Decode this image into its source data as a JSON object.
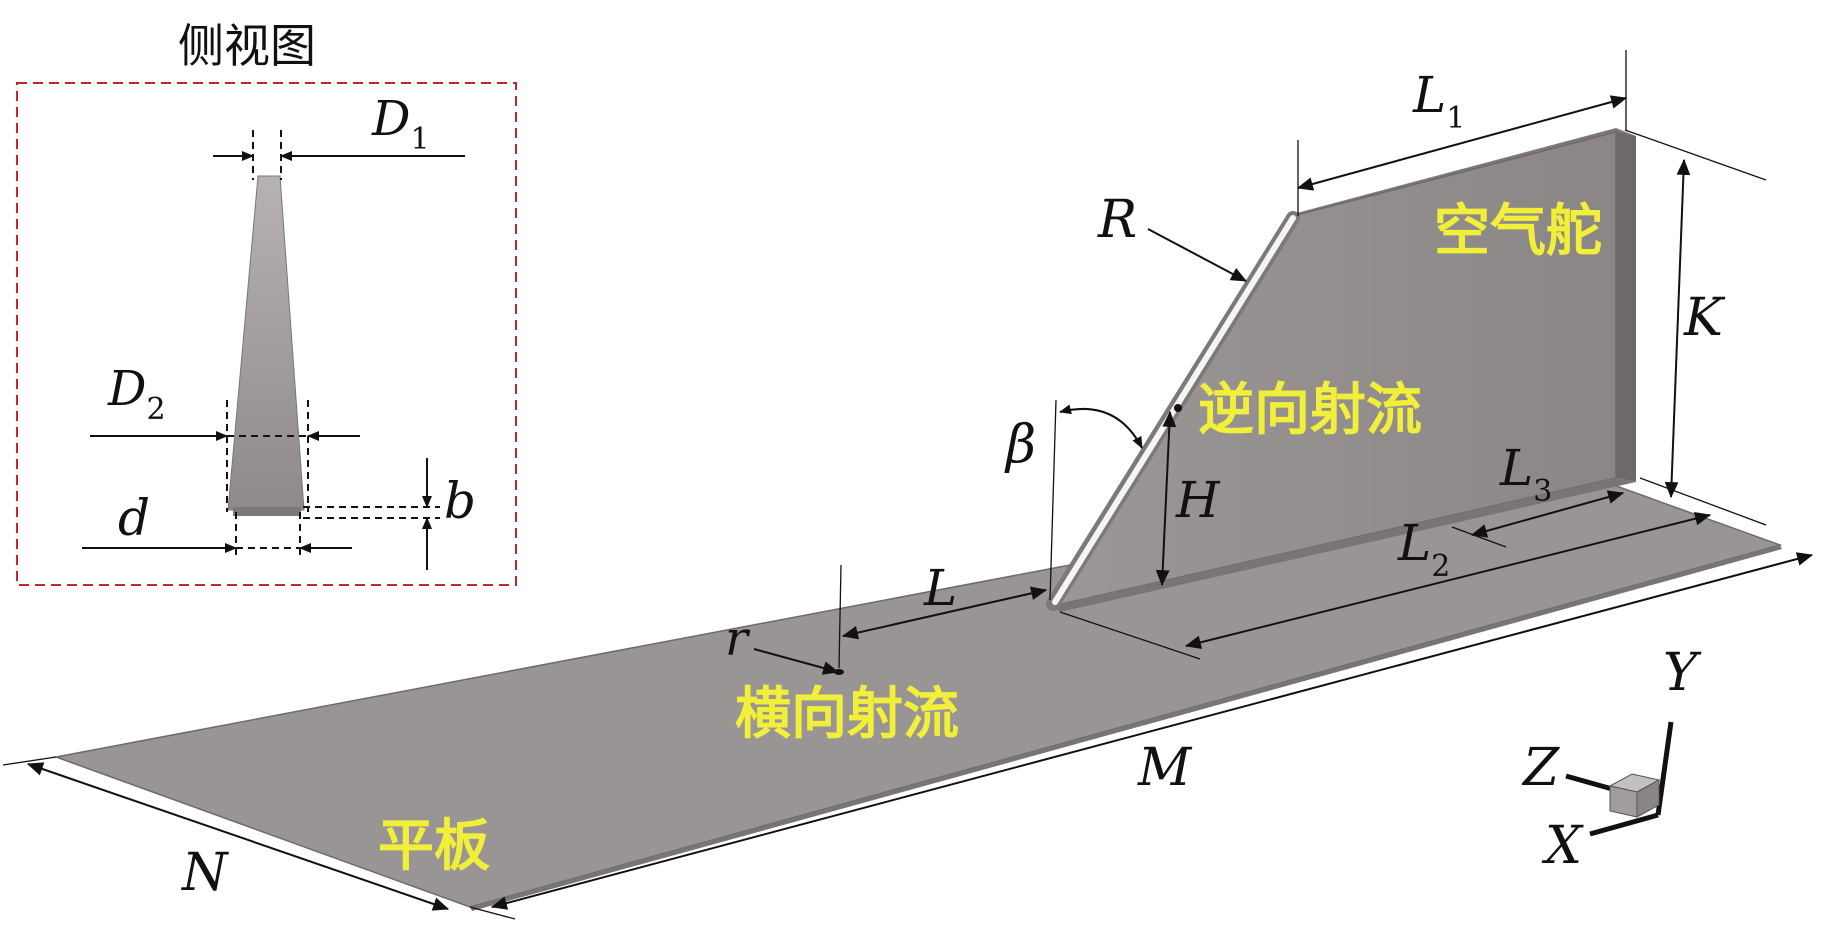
{
  "side_view": {
    "title": "侧视图"
  },
  "labels": {
    "D1": "D",
    "D1_sub": "1",
    "D2": "D",
    "D2_sub": "2",
    "b": "b",
    "d": "d",
    "L1": "L",
    "L1_sub": "1",
    "L2": "L",
    "L2_sub": "2",
    "L3": "L",
    "L3_sub": "3",
    "R": "R",
    "K": "K",
    "beta": "β",
    "H": "H",
    "L": "L",
    "r": "r",
    "M": "M",
    "N": "N",
    "X": "X",
    "Y": "Y",
    "Z": "Z"
  },
  "names": {
    "rudder": "空气舵",
    "counter_jet": "逆向射流",
    "cross_jet": "横向射流",
    "plate": "平板"
  },
  "colors": {
    "plate": "#9a9595",
    "rudder": "#938e8e",
    "text_highlight": "#f2ef3a",
    "frame": "#c0262b"
  }
}
